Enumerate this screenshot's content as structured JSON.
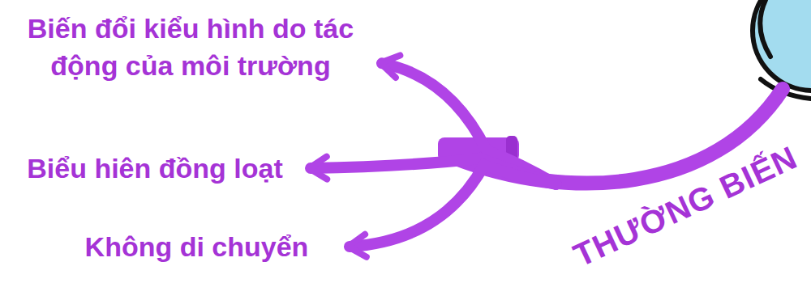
{
  "diagram": {
    "nodes": [
      {
        "text": [
          "Biến đổi kiểu hình do tác động của môi trường"
        ]
      },
      {
        "text": [
          "Biểu hiên đồng loạt"
        ]
      },
      {
        "text": [
          "Không di chuyển"
        ]
      },
      {
        "text": [
          "THƯỜNG BIẾN"
        ]
      }
    ],
    "edges": [
      {
        "from": 3,
        "to": 0,
        "arrow": "to"
      },
      {
        "from": 3,
        "to": 1,
        "arrow": "to"
      },
      {
        "from": 3,
        "to": 2,
        "arrow": "to"
      }
    ]
  }
}
